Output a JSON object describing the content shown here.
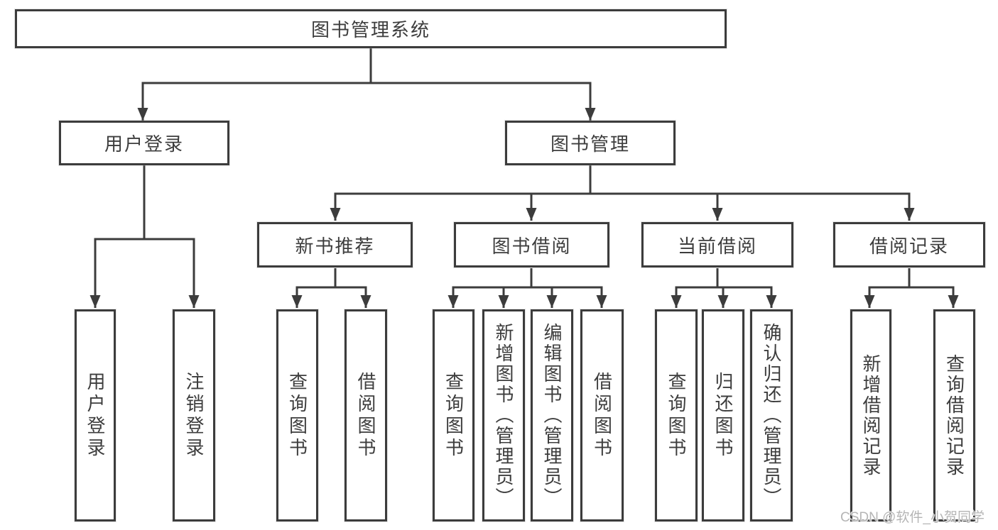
{
  "diagram_title": "图书管理系统",
  "watermark": "CSDN @软件_小贺同学",
  "colors": {
    "line": "#3c3c3c",
    "border": "#3c3c3c",
    "text": "#3d3d3d",
    "background": "#ffffff",
    "watermark": "#b5b5b5"
  },
  "tree": {
    "label": "图书管理系统",
    "children": [
      {
        "label": "用户登录",
        "children": [
          {
            "label": "用户登录"
          },
          {
            "label": "注销登录"
          }
        ]
      },
      {
        "label": "图书管理",
        "children": [
          {
            "label": "新书推荐",
            "children": [
              {
                "label": "查询图书"
              },
              {
                "label": "借阅图书"
              }
            ]
          },
          {
            "label": "图书借阅",
            "children": [
              {
                "label": "查询图书"
              },
              {
                "label": "新增图书（管理员）"
              },
              {
                "label": "编辑图书（管理员）"
              },
              {
                "label": "借阅图书"
              }
            ]
          },
          {
            "label": "当前借阅",
            "children": [
              {
                "label": "查询图书"
              },
              {
                "label": "归还图书"
              },
              {
                "label": "确认归还（管理员）"
              }
            ]
          },
          {
            "label": "借阅记录",
            "children": [
              {
                "label": "新增借阅记录"
              },
              {
                "label": "查询借阅记录"
              }
            ]
          }
        ]
      }
    ]
  }
}
